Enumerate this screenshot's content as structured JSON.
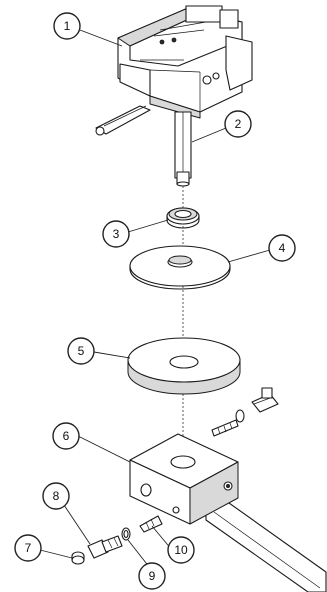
{
  "callouts": [
    {
      "id": "1",
      "label": "1"
    },
    {
      "id": "2",
      "label": "2"
    },
    {
      "id": "3",
      "label": "3"
    },
    {
      "id": "4",
      "label": "4"
    },
    {
      "id": "5",
      "label": "5"
    },
    {
      "id": "6",
      "label": "6"
    },
    {
      "id": "7",
      "label": "7"
    },
    {
      "id": "8",
      "label": "8"
    },
    {
      "id": "9",
      "label": "9"
    },
    {
      "id": "10",
      "label": "10"
    }
  ],
  "colors": {
    "line": "#1a1a1a",
    "background": "#ffffff",
    "shade": "#d9d9d9"
  }
}
